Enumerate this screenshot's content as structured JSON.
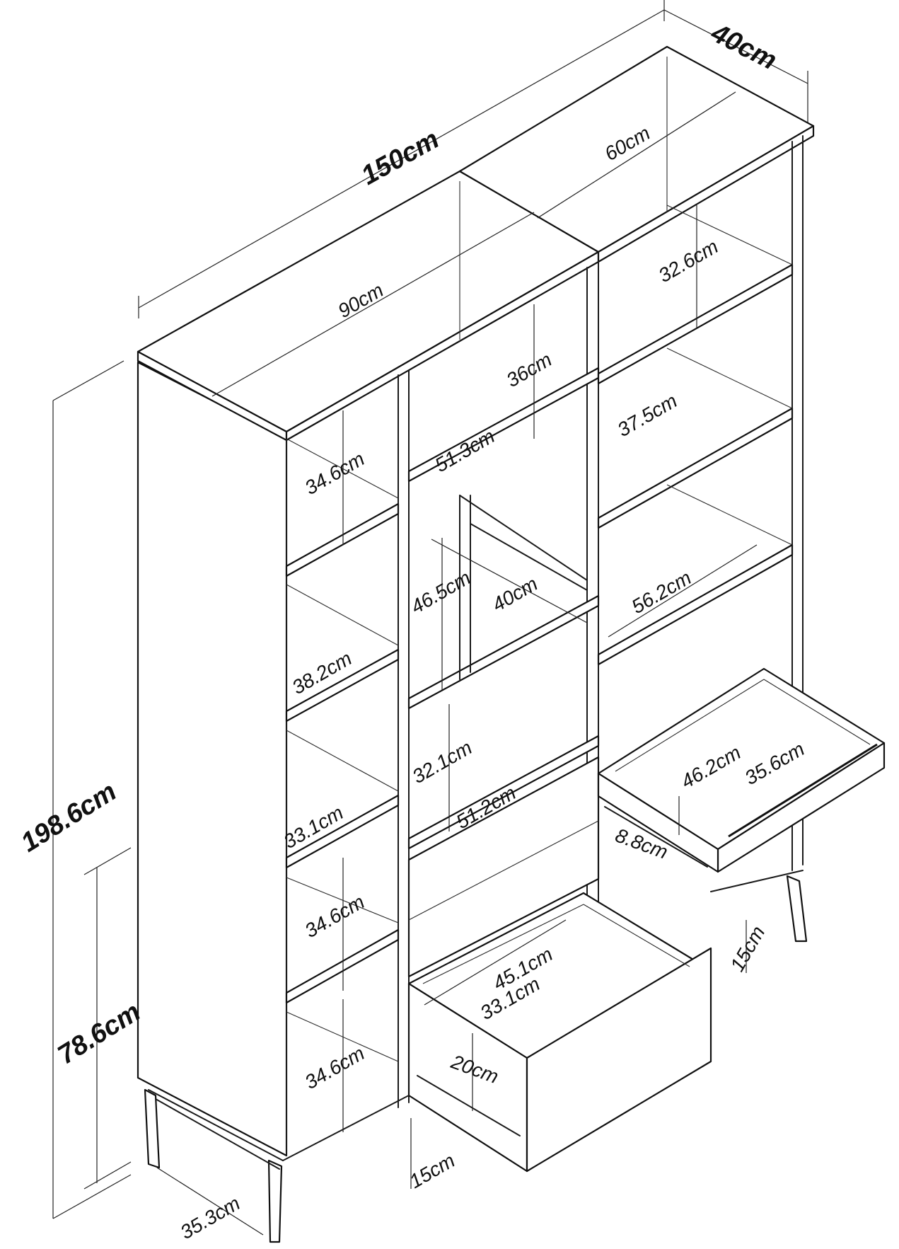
{
  "diagram": {
    "overall": {
      "width": "150cm",
      "depth": "40cm",
      "height": "198.6cm",
      "low_height": "78.6cm"
    },
    "top": {
      "left_width": "90cm",
      "right_width": "60cm"
    },
    "left_column": {
      "shelf_1": "34.6cm",
      "shelf_2": "38.2cm",
      "shelf_3": "33.1cm",
      "shelf_4": "34.6cm",
      "shelf_5": "34.6cm",
      "leg": "15cm",
      "depth": "35.3cm"
    },
    "middle_column": {
      "top_height": "36cm",
      "top_width": "51.3cm",
      "niche_height": "46.5cm",
      "niche_depth": "40cm",
      "shelf_height": "32.1cm",
      "shelf_width": "51.2cm"
    },
    "right_column": {
      "shelf_1": "32.6cm",
      "shelf_2": "37.5cm",
      "shelf_width": "56.2cm",
      "leg": "15cm"
    },
    "upper_drawer": {
      "width": "46.2cm",
      "depth": "35.6cm",
      "height": "8.8cm"
    },
    "lower_drawer": {
      "width": "45.1cm",
      "depth": "33.1cm",
      "height": "20cm"
    }
  }
}
